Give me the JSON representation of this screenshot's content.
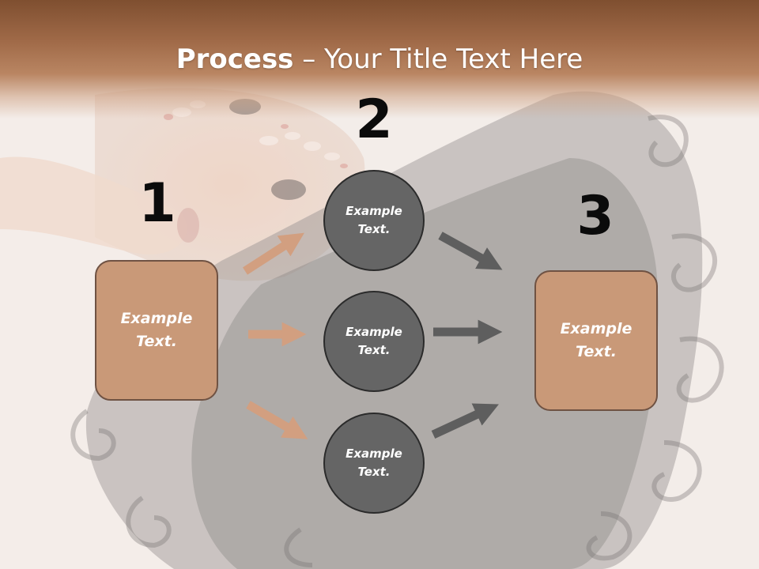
{
  "title": {
    "bold": "Process",
    "rest": " – Your Title Text Here"
  },
  "steps": {
    "one": "1",
    "two": "2",
    "three": "3"
  },
  "left_box": {
    "line1": "Example",
    "line2": "Text."
  },
  "right_box": {
    "line1": "Example",
    "line2": "Text."
  },
  "circles": [
    {
      "line1": "Example",
      "line2": "Text."
    },
    {
      "line1": "Example",
      "line2": "Text."
    },
    {
      "line1": "Example",
      "line2": "Text."
    }
  ],
  "colors": {
    "header": "#a06a48",
    "box_fill": "#c99978",
    "circle_fill": "#656565",
    "arrow_tan": "#c99978",
    "arrow_gray": "#5e5e5e"
  }
}
